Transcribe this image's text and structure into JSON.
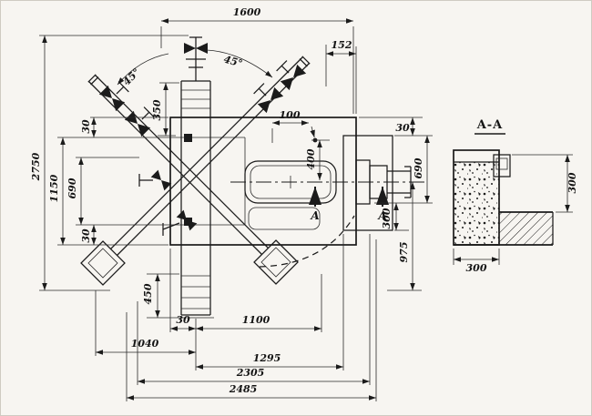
{
  "colors": {
    "ink": "#1b1b1b",
    "paper": "#f7f5f1"
  },
  "plan": {
    "dims": {
      "top_width": "1600",
      "top_right_offset": "152",
      "angle_left": "45°",
      "angle_right": "45°",
      "mast_top": "350",
      "trunnion": "100",
      "top_right_gap": "30",
      "overall_height": "2750",
      "left_mid": "1150",
      "left_inner": "690",
      "left_gap_top": "30",
      "left_gap_bottom": "30",
      "vessel_height": "400",
      "right_span": "690",
      "right_offset": "300",
      "right_lower": "975",
      "mast_bottom": "450",
      "base_gap": "30",
      "base_1100": "1100",
      "base_1040": "1040",
      "base_1295": "1295",
      "base_2305": "2305",
      "base_2485": "2485"
    },
    "section_cut": {
      "left_label": "A",
      "right_label": "A"
    }
  },
  "section": {
    "title": "A-A",
    "depth": "300",
    "width": "300"
  }
}
